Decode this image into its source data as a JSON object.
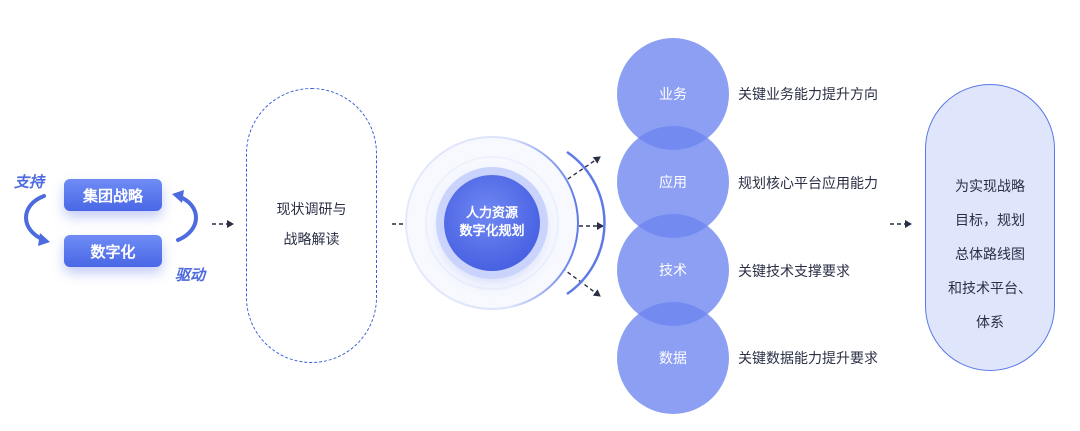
{
  "left_block": {
    "support_label": "支持",
    "drive_label": "驱动",
    "top_box": "集团战略",
    "bottom_box": "数字化"
  },
  "analysis_pill": {
    "line1": "现状调研与",
    "line2": "战略解读"
  },
  "center": {
    "line1": "人力资源",
    "line2": "数字化规划"
  },
  "stack": [
    {
      "name": "业务",
      "desc": "关键业务能力提升方向"
    },
    {
      "name": "应用",
      "desc": "规划核心平台应用能力"
    },
    {
      "name": "技术",
      "desc": "关键技术支撑要求"
    },
    {
      "name": "数据",
      "desc": "关键数据能力提升要求"
    }
  ],
  "result_pill": {
    "lines": [
      "为实现战略",
      "目标，规划",
      "总体路线图",
      "和技术平台、",
      "体系"
    ]
  },
  "colors": {
    "primary": "#4a67e6",
    "light": "#dfe6fb",
    "circle": "#6c84f0",
    "text": "#2a2f45"
  }
}
